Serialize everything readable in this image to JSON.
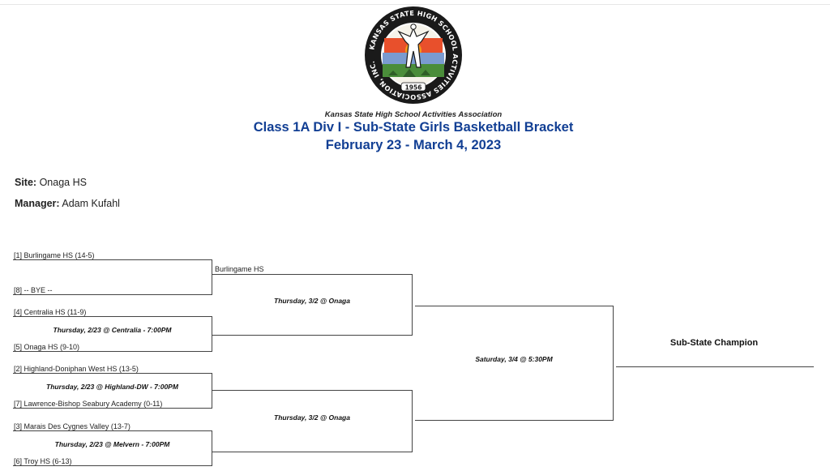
{
  "header": {
    "organization": "Kansas State High School Activities Association",
    "title": "Class 1A Div I - Sub-State Girls Basketball Bracket",
    "dates": "February 23 - March 4, 2023",
    "seal": {
      "ring_text": "KANSAS STATE HIGH SCHOOL ACTIVITIES ASSOCIATION, INC.",
      "year": "1956",
      "colors": {
        "ring": "#1a1a1a",
        "sun": "#f59a1b",
        "sky": "#e8502c",
        "field": "#4a8d3a"
      }
    }
  },
  "site": {
    "label": "Site:",
    "value": "Onaga HS"
  },
  "manager": {
    "label": "Manager:",
    "value": "Adam Kufahl"
  },
  "first_round": [
    {
      "top": "[1] Burlingame HS   (14-5)",
      "game": "",
      "bottom": "[8] -- BYE --"
    },
    {
      "top": "[4] Centralia HS   (11-9)",
      "game": "Thursday, 2/23 @ Centralia - 7:00PM",
      "bottom": "[5] Onaga HS  (9-10)"
    },
    {
      "top": "[2] Highland-Doniphan West HS   (13-5)",
      "game": "Thursday, 2/23 @ Highland-DW - 7:00PM",
      "bottom": "[7] Lawrence-Bishop Seabury Academy  (0-11)"
    },
    {
      "top": "[3] Marais Des Cygnes Valley    (13-7)",
      "game": "Thursday, 2/23 @ Melvern - 7:00PM",
      "bottom": "[6] Troy HS  (6-13)"
    }
  ],
  "semifinals": [
    {
      "top": "Burlingame HS",
      "game": "Thursday, 3/2 @ Onaga"
    },
    {
      "top": "",
      "game": "Thursday, 3/2 @ Onaga"
    }
  ],
  "final": {
    "game": "Saturday, 3/4 @ 5:30PM"
  },
  "champion_label": "Sub-State Champion"
}
